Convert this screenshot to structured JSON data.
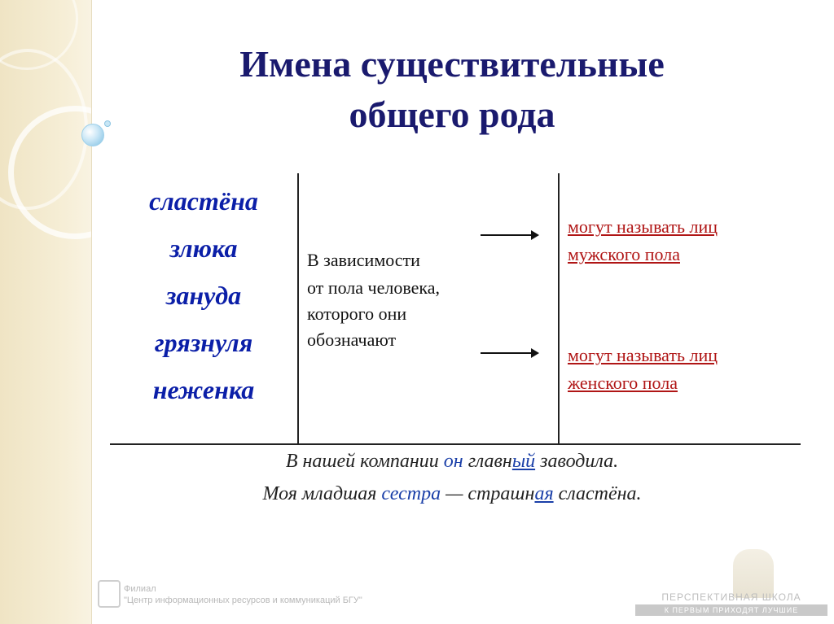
{
  "title": {
    "line1": "Имена существительные",
    "line2": "общего рода"
  },
  "words": [
    "сластёна",
    "злюка",
    "зануда",
    "грязнуля",
    "неженка"
  ],
  "middle": {
    "line1": "В зависимости",
    "line2": "от пола человека,",
    "line3": "которого они",
    "line4": "обозначают"
  },
  "right": {
    "male_line1": "могут называть лиц",
    "male_line2": "мужского пола",
    "female_line1": "могут называть лиц",
    "female_line2": "женского пола"
  },
  "examples": {
    "ex1": {
      "p1": "В нашей компании ",
      "hl1": "он",
      "p2": " главн",
      "hl2": "ый",
      "p3": " заводила."
    },
    "ex2": {
      "p1": "Моя младшая ",
      "hl1": "сестра",
      "p2": " — страшн",
      "hl2": "ая",
      "p3": " сластёна."
    }
  },
  "footer": {
    "left_line1": "Филиал",
    "left_line2": "\"Центр информационных ресурсов и коммуникаций БГУ\"",
    "school_name": "ПЕРСПЕКТИВНАЯ ШКОЛА",
    "school_motto": "К ПЕРВЫМ ПРИХОДЯТ ЛУЧШИЕ"
  },
  "colors": {
    "title": "#1a1a6e",
    "words": "#0b1fa8",
    "descriptions": "#b01515",
    "highlight": "#1a3fa8",
    "side_strip": "#efe4c4"
  }
}
